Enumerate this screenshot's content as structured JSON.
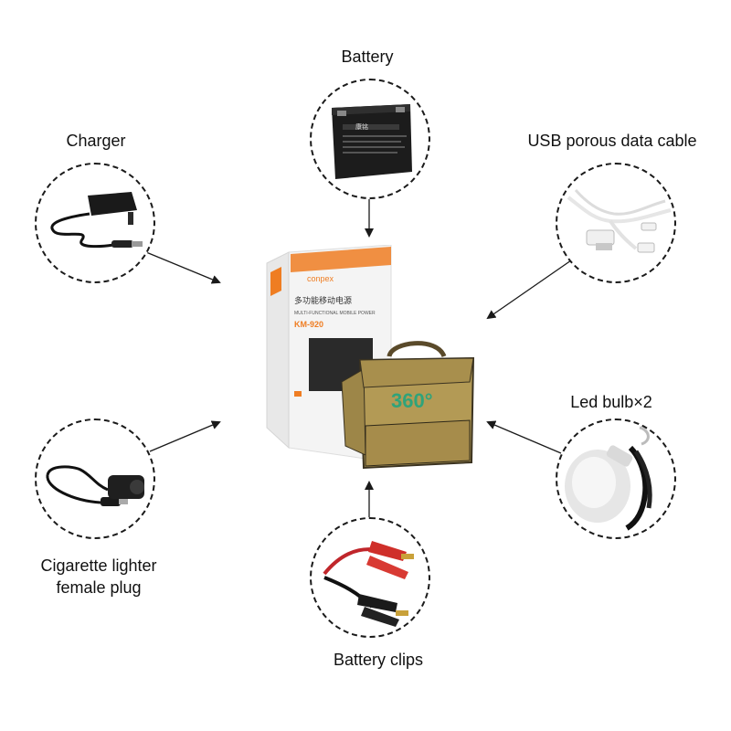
{
  "items": {
    "battery": {
      "label": "Battery",
      "icon": "battery-icon",
      "case_text": "康铭"
    },
    "charger": {
      "label": "Charger",
      "icon": "charger-icon"
    },
    "usb_cable": {
      "label": "USB porous data cable",
      "icon": "usb-cable-icon"
    },
    "led_bulb": {
      "label": "Led bulb×2",
      "icon": "led-bulb-icon"
    },
    "cigarette": {
      "label_line1": "Cigarette lighter",
      "label_line2": "female plug",
      "icon": "cigarette-lighter-plug-icon"
    },
    "clips": {
      "label": "Battery clips",
      "icon": "battery-clips-icon"
    }
  },
  "product": {
    "brand": "conpex",
    "title_cn": "多功能移动电源",
    "title_en": "MULTI-FUNCTIONAL MOBILE POWER",
    "model": "KM-920",
    "bag_logo": "360°",
    "colors": {
      "accent": "#ef7d22",
      "bag": "#b39a55",
      "logo": "#2fa37a"
    }
  }
}
